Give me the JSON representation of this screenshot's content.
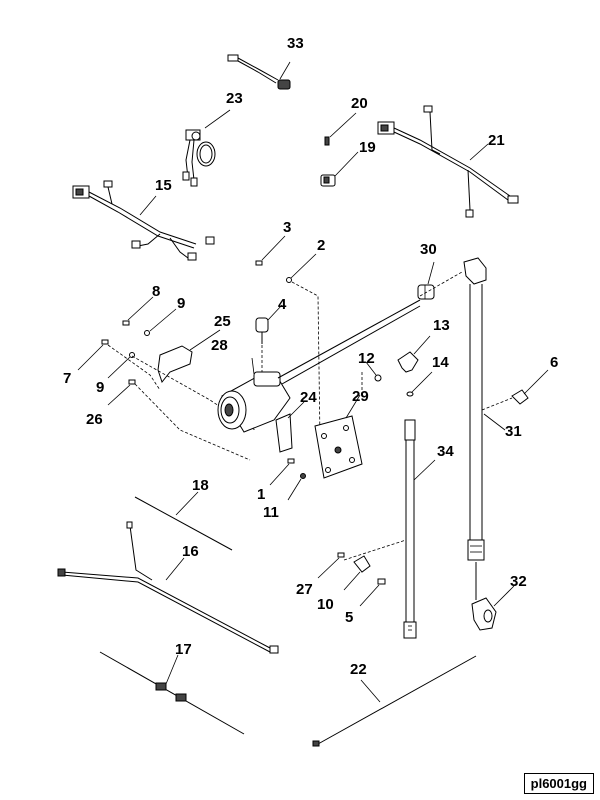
{
  "figure_id": "pl6001gg",
  "callouts": {
    "c1": "1",
    "c2": "2",
    "c3": "3",
    "c4": "4",
    "c5": "5",
    "c6": "6",
    "c7": "7",
    "c8": "8",
    "c9a": "9",
    "c9b": "9",
    "c10": "10",
    "c11": "11",
    "c12": "12",
    "c13": "13",
    "c14": "14",
    "c15": "15",
    "c16": "16",
    "c17": "17",
    "c18": "18",
    "c19": "19",
    "c20": "20",
    "c21": "21",
    "c22": "22",
    "c23": "23",
    "c24": "24",
    "c25": "25",
    "c26": "26",
    "c27": "27",
    "c28": "28",
    "c29": "29",
    "c30": "30",
    "c31": "31",
    "c32": "32",
    "c33": "33",
    "c34": "34"
  }
}
